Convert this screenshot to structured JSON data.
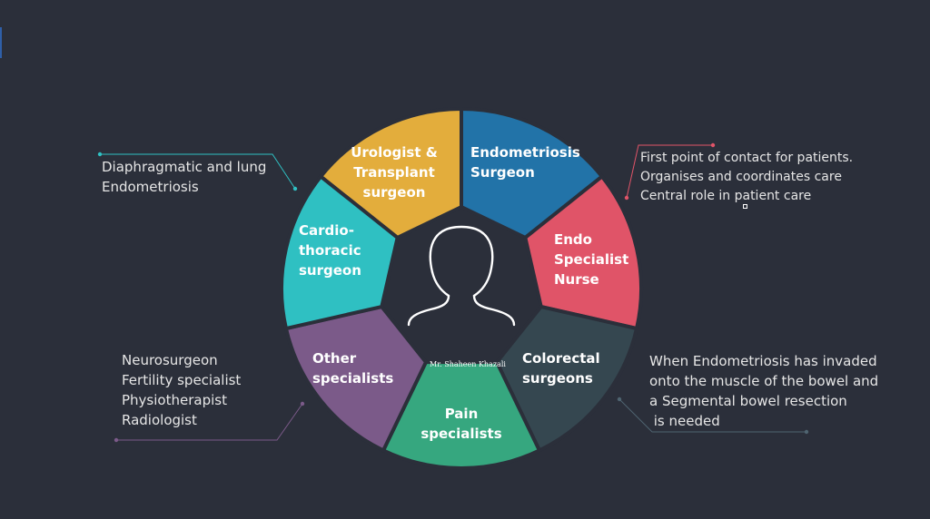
{
  "segments": [
    {
      "id": "urologist",
      "label": "Urologist &\nTransplant\nsurgeon",
      "color": "#e3ad3c"
    },
    {
      "id": "endometriosis-surgeon",
      "label": "Endometriosis\nSurgeon",
      "color": "#2273a8"
    },
    {
      "id": "endo-nurse",
      "label": "Endo\nSpecialist\nNurse",
      "color": "#e05468"
    },
    {
      "id": "colorectal",
      "label": "Colorectal\nsurgeons",
      "color": "#354750"
    },
    {
      "id": "pain",
      "label": "Pain\nspecialists",
      "color": "#36a77f"
    },
    {
      "id": "other",
      "label": "Other\nspecialists",
      "color": "#7b5a89"
    },
    {
      "id": "cardio",
      "label": "Cardio-\nthoracic\nsurgeon",
      "color": "#2fc0c2"
    }
  ],
  "center": {
    "credit": "Mr. Shaheen Khazali",
    "icon": "person-outline-icon"
  },
  "notes": {
    "cardio": {
      "lines": [
        "Diaphragmatic and lung",
        "Endometriosis"
      ],
      "color": "#2fc0c2"
    },
    "nurse": {
      "lines": [
        "First point of contact for patients.",
        "Organises and coordinates care",
        "Central role in patient care"
      ],
      "color": "#e05468"
    },
    "other": {
      "lines": [
        "Neurosurgeon",
        "Fertility specialist",
        "Physiotherapist",
        "Radiologist"
      ],
      "color": "#7b5a89"
    },
    "colorectal": {
      "lines": [
        "When Endometriosis has invaded",
        "onto the muscle of the bowel and",
        "a Segmental bowel resection",
        " is needed"
      ],
      "color": "#4f6470"
    }
  }
}
